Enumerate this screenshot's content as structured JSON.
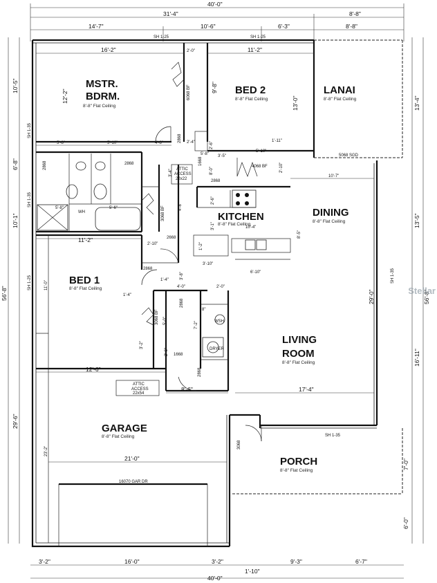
{
  "rooms": {
    "master_bedroom": {
      "label_line1": "MSTR.",
      "label_line2": "BDRM.",
      "ceiling": "8'-8\" Flat Ceiling"
    },
    "bed2": {
      "label": "BED 2",
      "ceiling": "8'-8\" Flat Ceiling"
    },
    "lanai": {
      "label": "LANAI",
      "ceiling": "8'-8\" Flat Ceiling"
    },
    "kitchen": {
      "label": "KITCHEN",
      "ceiling": "8'-8\" Flat Ceiling"
    },
    "dining": {
      "label": "DINING",
      "ceiling": "8'-8\" Flat Ceiling"
    },
    "bed1": {
      "label": "BED 1",
      "ceiling": "8'-8\" Flat Ceiling"
    },
    "living_room": {
      "label_line1": "LIVING",
      "label_line2": "ROOM",
      "ceiling": "8'-8\" Flat Ceiling"
    },
    "garage": {
      "label": "GARAGE",
      "ceiling": "8'-8\" Flat Ceiling"
    },
    "porch": {
      "label": "PORCH",
      "ceiling": "8'-8\" Flat Ceiling"
    }
  },
  "overall": {
    "top_total": "40'-0\"",
    "bottom_total": "40'-0\"",
    "left_total": "56'-8\"",
    "right_total": "56'-8\""
  },
  "top_dims": {
    "d31_4": "31'-4\"",
    "d8_8": "8'-8\"",
    "d14_7": "14'-7\"",
    "d10_6": "10'-6\"",
    "d6_3": "6'-3\"",
    "d8_8b": "8'-8\""
  },
  "bottom_dims": {
    "d3_2a": "3'-2\"",
    "d16_0": "16'-0\"",
    "d3_2b": "3'-2\"",
    "d9_3": "9'-3\"",
    "d6_7": "6'-7\"",
    "d1_10": "1'-10\""
  },
  "left_dims": {
    "d10_5": "10'-5\"",
    "d6_8": "6'-8\"",
    "d10_1": "10'-1\"",
    "d29_6": "29'-6\""
  },
  "right_dims": {
    "d13_4": "13'-4\"",
    "d13_5": "13'-5\"",
    "d16_11": "16'-11\"",
    "d7_0": "7'-0\"",
    "d6_0": "6'-0\""
  },
  "interior_dims": {
    "mb_width": "16'-2\"",
    "mb_depth": "12'-2\"",
    "hall_top": "2'-0\"",
    "bed2_width": "11'-2\"",
    "bed2_depth": "9'-8\"",
    "lanai_depth": "13'-0\"",
    "d5_8a": "5'-8\"",
    "d5_10": "5'-10\"",
    "d4_8": "4'-8\"",
    "d2_4": "2'-4\"",
    "d2_6a": "2'-6\"",
    "d1_11": "1'-11\"",
    "d3_5": "3'-5\"",
    "d5_10b": "5'-10\"",
    "d2_10": "2'-10\"",
    "d10_7": "10'-7\"",
    "d3_4": "3'-4\"",
    "d5_8b": "5'-8\"",
    "d5_6": "5'-6\"",
    "d4_8b": "4'-8\"",
    "d2_6b": "2'-6\"",
    "d3_1": "3'-1\"",
    "d10_4": "10'-4\"",
    "d8_5": "8'-5\"",
    "d11_2": "11'-2\"",
    "d2_10b": "2'-10\"",
    "d1_2": "1'-2\"",
    "d3_10": "3'-10\"",
    "d6_10": "6'-10\"",
    "d11_0": "11'-0\"",
    "d3_8": "3'-8\"",
    "d1_4a": "1'-4\"",
    "d1_4b": "1'-4\"",
    "d4_0": "4'-0\"",
    "d2_0b": "2'-0\"",
    "d5_0": "5'-0\"",
    "d8_top": "8\"",
    "d7_2": "7'-2\"",
    "d3_2": "3'-2\"",
    "d2_6c": "2'-6\"",
    "living_depth": "29'-0\"",
    "d12_6": "12'-6\"",
    "d8_6": "8'-6\"",
    "d17_4": "17'-4\"",
    "d21_0": "21'-0\"",
    "d23_2": "23'-2\"",
    "d5_8c": "5'-8\"",
    "d8_top2": "8'-0\""
  },
  "labels": {
    "sh25_a": "SH 1-25",
    "sh25_b": "SH 1-25",
    "sh35_lanai": "SH 1-35",
    "sh35_right": "SH 1-35",
    "sh35_porch": "SH 1-35",
    "sh25_left": "SH 1-25",
    "sh35_left": "SH 1-35",
    "sgd": "5068 SGD",
    "attic1_title": "ATTIC",
    "attic1_sub": "ACCESS",
    "attic1_size": "22x22",
    "attic2_title": "ATTIC",
    "attic2_sub": "ACCESS",
    "attic2_size": "22x54",
    "garage_door": "16070 GAR DR",
    "door_6068bf": "6068 BF",
    "door_3068bf": "3068 BF",
    "door_3068bf_b": "3068 BF",
    "door_4068": "4068 BF",
    "door_2868a": "2868",
    "door_2868b": "2868",
    "door_2868c": "2868",
    "door_2868d": "2868",
    "door_2868e": "2868",
    "door_2868f": "2868",
    "door_2868g": "2868",
    "door_1668a": "1668",
    "door_1668b": "1668",
    "door_2668": "2668",
    "door_3068": "3068",
    "wh": "WH",
    "dryer": "DRYER",
    "wsh": "WSH"
  },
  "watermark": "Stellar"
}
